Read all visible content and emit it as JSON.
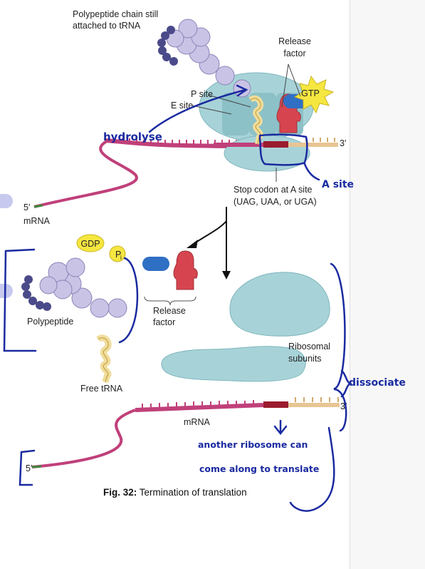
{
  "labels": {
    "polypeptide_attached_1": "Polypeptide chain still",
    "polypeptide_attached_2": "attached to tRNA",
    "release_factor_top_1": "Release",
    "release_factor_top_2": "factor",
    "gtp": "GTP",
    "p_site": "P site",
    "e_site": "E site",
    "three_prime_top": "3′",
    "stop_codon_1": "Stop codon at A site",
    "stop_codon_2": "(UAG, UAA, or UGA)",
    "five_prime_top": "5′",
    "mrna_top": "mRNA",
    "gdp": "GDP",
    "pi": "P",
    "pi_sub": "i",
    "polypeptide": "Polypeptide",
    "release_factor_bottom_1": "Release",
    "release_factor_bottom_2": "factor",
    "ribosomal_subunits_1": "Ribosomal",
    "ribosomal_subunits_2": "subunits",
    "free_trna": "Free tRNA",
    "mrna_bottom": "mRNA",
    "three_prime_bottom": "3′",
    "five_prime_bottom": "5′"
  },
  "annotations": {
    "hydrolyse": "hydrolyse",
    "a_site": "A site",
    "dissociate": "dissociate",
    "another_1": "another ribosome can",
    "another_2": "come along to translate"
  },
  "caption": {
    "label": "Fig. 32:",
    "text": " Termination of translation"
  },
  "colors": {
    "bead": "#c9c3e6",
    "dark_bead": "#4a4a8a",
    "ribosome": "#a7d3d8",
    "release_factor": "#d6454f",
    "trna": "#f1dd9b",
    "mrna_pink": "#c0407a",
    "mrna_tan": "#e8c593",
    "stop_codon": "#9b1c2e",
    "ink": "#1a2aa0"
  }
}
